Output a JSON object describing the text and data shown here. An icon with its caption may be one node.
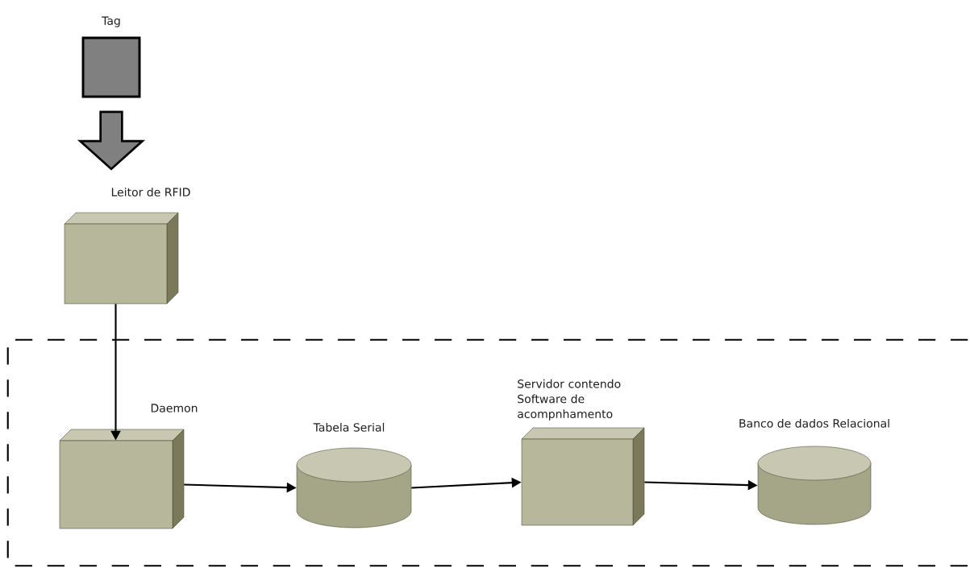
{
  "diagram": {
    "nodes": [
      {
        "text": [
          "Tag"
        ]
      },
      {
        "text": [
          "Leitor de RFID"
        ]
      },
      {
        "text": [],
        "shape": "box"
      },
      {
        "text": [
          "Daemon"
        ],
        "in": 2
      },
      {
        "text": [
          "Tabela Serial"
        ],
        "in": 2
      },
      {
        "text": [
          "Servidor contendo Software de acompnhamento"
        ],
        "in": 2
      },
      {
        "text": [
          "Banco de dados Relacional"
        ],
        "in": 2
      }
    ],
    "edges": [
      {
        "from": 0,
        "to": 1,
        "arrow": "to",
        "style": "thick"
      },
      {
        "from": 1,
        "to": 3,
        "arrow": "to"
      },
      {
        "from": 3,
        "to": 4,
        "arrow": "to"
      },
      {
        "from": 4,
        "to": 5,
        "arrow": "to"
      },
      {
        "from": 5,
        "to": 6,
        "arrow": "to"
      }
    ]
  }
}
